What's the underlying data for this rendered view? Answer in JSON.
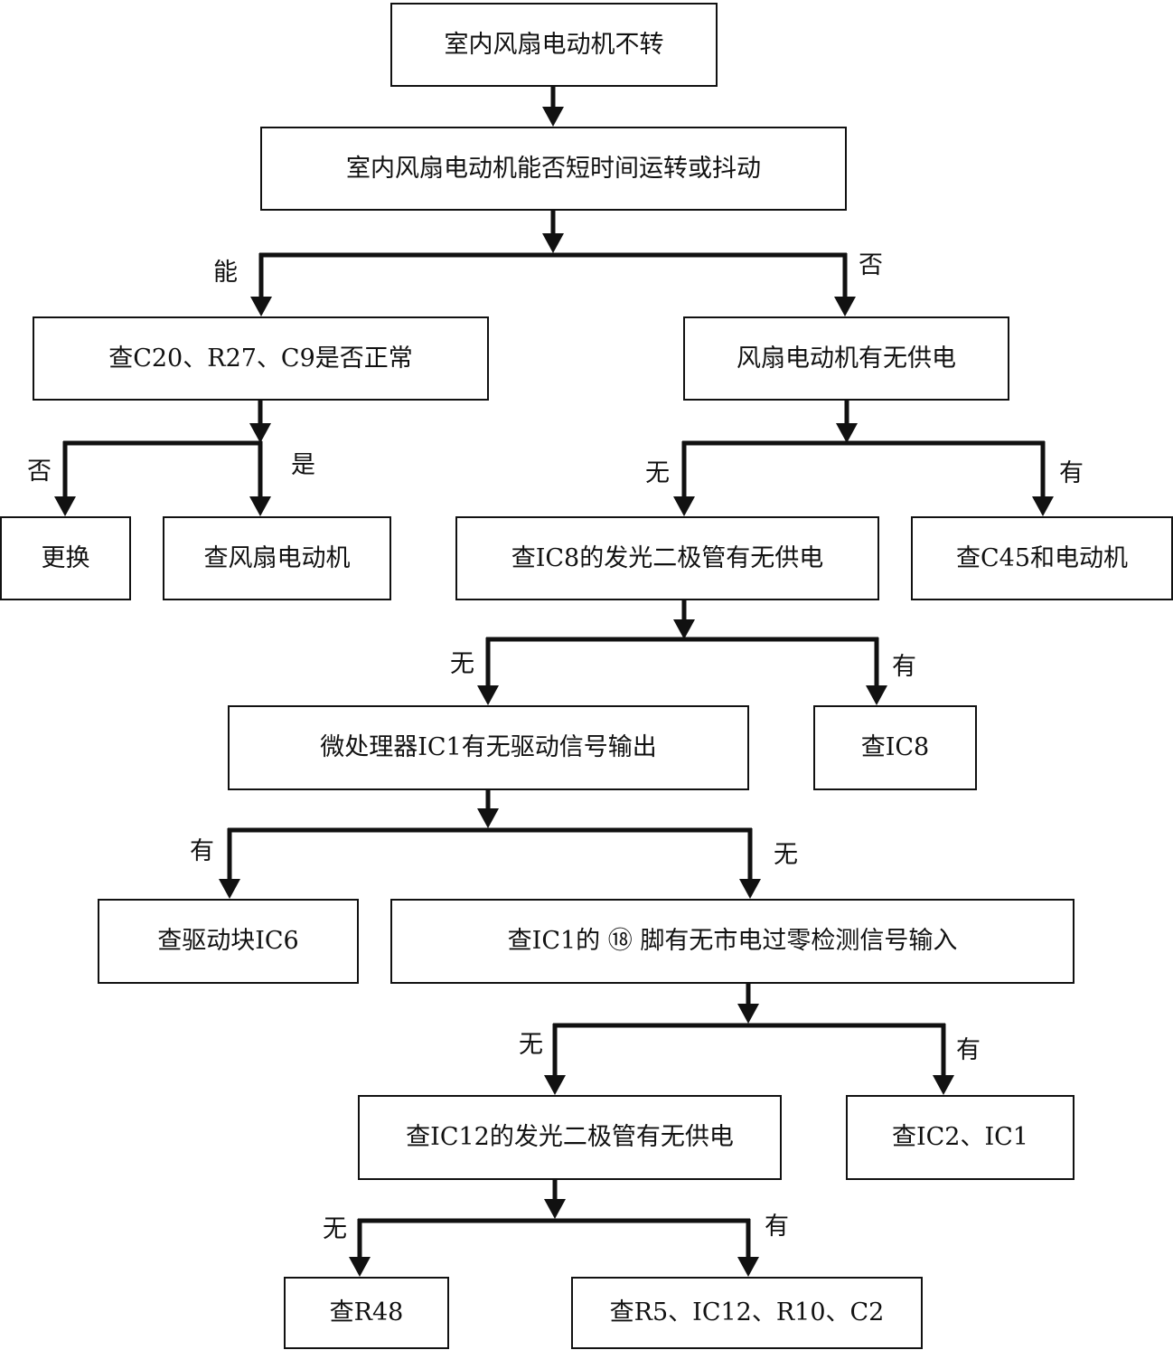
{
  "nodes": {
    "start": "室内风扇电动机不转",
    "q_run": "室内风扇电动机能否短时间运转或抖动",
    "check_caps": "查C20、R27、C9是否正常",
    "power": "风扇电动机有无供电",
    "replace": "更换",
    "check_motor": "查风扇电动机",
    "ic8_led": "查IC8的发光二极管有无供电",
    "check_c45": "查C45和电动机",
    "mcu_drive": "微处理器IC1有无驱动信号输出",
    "check_ic8": "查IC8",
    "check_ic6": "查驱动块IC6",
    "ic1_pin18": "查IC1的 ⑱ 脚有无市电过零检测信号输入",
    "ic12_led": "查IC12的发光二极管有无供电",
    "check_ic2": "查IC2、IC1",
    "check_r48": "查R48",
    "check_r5": "查R5、IC12、R10、C2"
  },
  "labels": {
    "can": "能",
    "no_run": "否",
    "caps_no": "否",
    "caps_yes": "是",
    "power_none": "无",
    "power_has": "有",
    "ic8_none": "无",
    "ic8_has": "有",
    "drive_has": "有",
    "drive_none": "无",
    "pin18_none": "无",
    "pin18_has": "有",
    "ic12_none": "无",
    "ic12_has": "有"
  }
}
